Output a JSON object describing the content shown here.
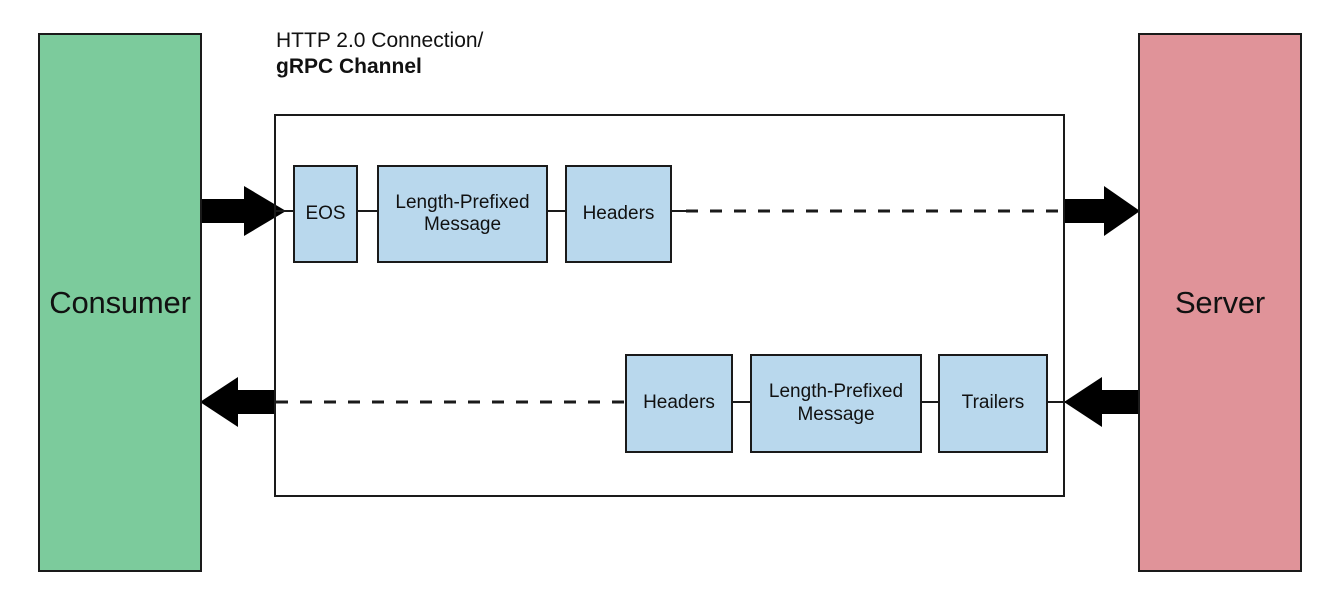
{
  "diagram": {
    "title_line1": "HTTP 2.0 Connection/",
    "title_line2": "gRPC Channel",
    "colors": {
      "consumer_fill": "#7ccb9c",
      "server_fill": "#e09399",
      "frame_fill": "#b9d8ed",
      "stroke": "#1a1a1a",
      "background": "#ffffff"
    }
  },
  "endpoints": {
    "consumer": {
      "label": "Consumer"
    },
    "server": {
      "label": "Server"
    }
  },
  "request_stream": {
    "direction": "consumer-to-server",
    "frames": [
      {
        "label": "EOS"
      },
      {
        "label": "Length-Prefixed Message"
      },
      {
        "label": "Headers"
      }
    ]
  },
  "response_stream": {
    "direction": "server-to-consumer",
    "frames": [
      {
        "label": "Headers"
      },
      {
        "label": "Length-Prefixed Message"
      },
      {
        "label": "Trailers"
      }
    ]
  },
  "connectors": {
    "request_arrow": "arrow-right",
    "response_arrow": "arrow-left",
    "request_dashed_line": "dashed-line",
    "response_dashed_line": "dashed-line"
  }
}
